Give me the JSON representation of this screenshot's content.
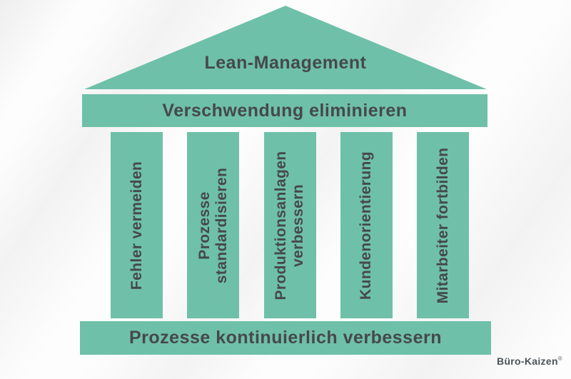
{
  "title": "Lean-Management",
  "colors": {
    "teal": "#6FC0A8",
    "text_dark": "#45494B",
    "brand_gray": "#4A5357",
    "bg": "#FDFDFD"
  },
  "roof": {
    "label": "Lean-Management"
  },
  "beam": {
    "label": "Verschwendung eliminieren"
  },
  "pillars": [
    {
      "label": "Fehler vermeiden"
    },
    {
      "label": "Prozesse\nstandardisieren"
    },
    {
      "label": "Produktionsanlagen\nverbessern"
    },
    {
      "label": "Kundenorientierung"
    },
    {
      "label": "Mitarbeiter fortbilden"
    }
  ],
  "base": {
    "label": "Prozesse kontinuierlich verbessern"
  },
  "branding": {
    "name": "Büro-Kaizen",
    "mark": "®"
  }
}
